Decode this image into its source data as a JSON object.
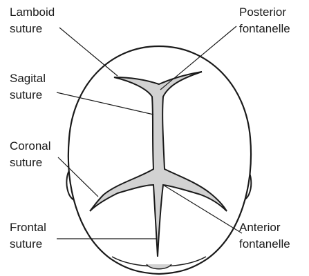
{
  "labels": {
    "lamboid_suture": [
      "Lamboid",
      "suture"
    ],
    "sagital_suture": [
      "Sagital",
      "suture"
    ],
    "coronal_suture": [
      "Coronal",
      "suture"
    ],
    "frontal_suture": [
      "Frontal",
      "suture"
    ],
    "posterior_fontanelle": [
      "Posterior",
      "fontanelle"
    ],
    "anterior_fontanelle": [
      "Anterior",
      "fontanelle"
    ]
  },
  "colors": {
    "outline": "#1a1a1a",
    "fontanelle_fill": "#d2d2d2",
    "background": "#ffffff"
  }
}
